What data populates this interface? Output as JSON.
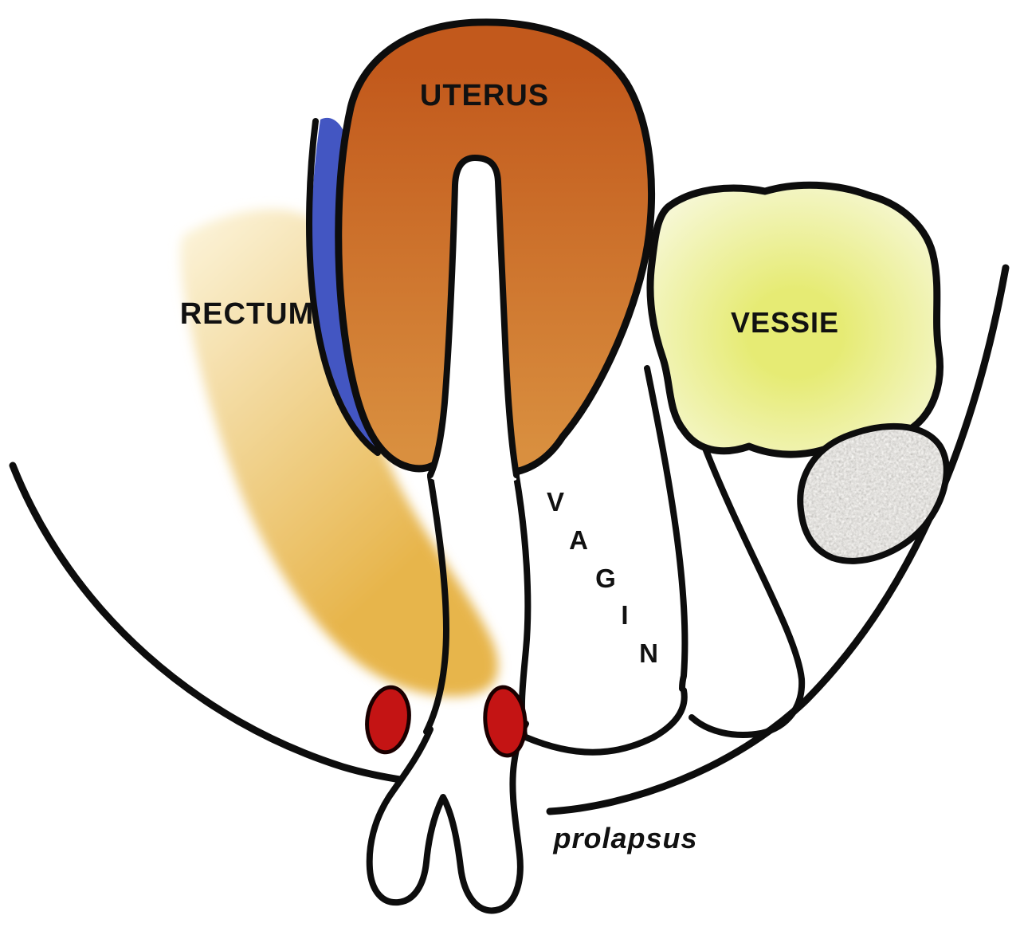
{
  "diagram": {
    "type": "medical-anatomy-schematic",
    "subject": "sagittal pelvic section with uterine prolapse",
    "labels": {
      "uterus": "UTERUS",
      "rectum": "RECTUM",
      "vessie": "VESSIE",
      "vagin_letters": [
        "V",
        "A",
        "G",
        "I",
        "N"
      ],
      "prolapsus": "prolapsus"
    },
    "colors": {
      "uterus_top": "#c2591c",
      "uterus_bottom": "#d98f3f",
      "rectum_light": "#fbf2d6",
      "rectum_dark": "#e7b54c",
      "vessie_center": "#e6eb74",
      "vessie_edge": "#f7f8d9",
      "ligament_blue": "#4356c2",
      "muscle_red": "#c41414",
      "bone_gray": "#b3afa7",
      "outline": "#0d0d0d",
      "background": "#ffffff"
    }
  }
}
